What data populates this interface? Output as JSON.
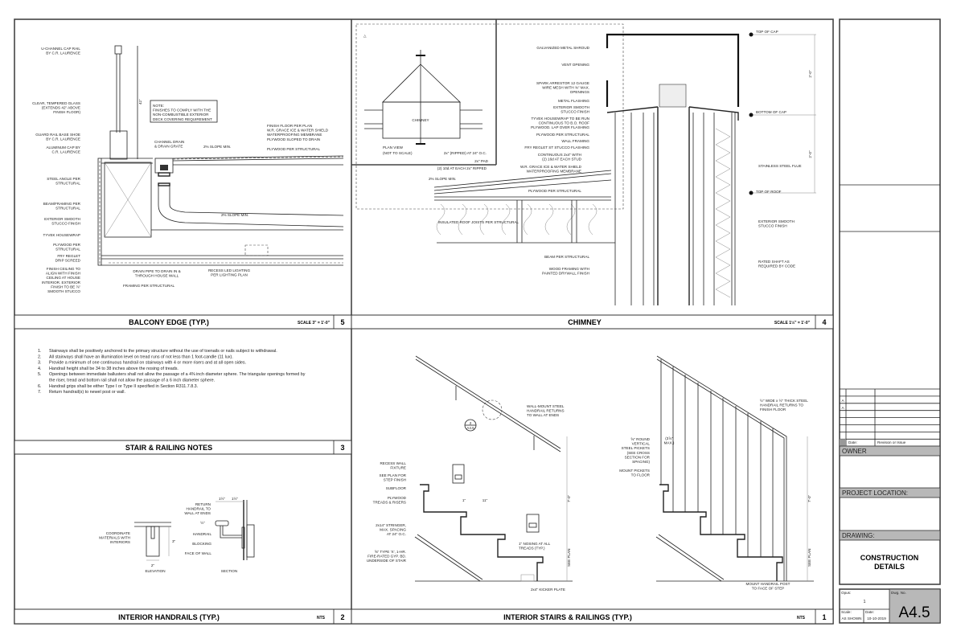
{
  "sheet": {
    "panels": {
      "balcony": {
        "title": "BALCONY EDGE (TYP.)",
        "scale": "SCALE  3\" = 1'-0\"",
        "number": "5"
      },
      "chimney": {
        "title": "CHIMNEY",
        "scale": "SCALE  1½\" = 1'-0\"",
        "number": "4"
      },
      "notes": {
        "title": "STAIR & RAILING NOTES",
        "number": "3"
      },
      "handrails": {
        "title": "INTERIOR HANDRAILS (TYP.)",
        "scale": "NTS",
        "number": "2"
      },
      "stairs": {
        "title": "INTERIOR STAIRS & RAILINGS (TYP.)",
        "scale": "NTS",
        "number": "1"
      }
    }
  },
  "notes": [
    {
      "n": "1.",
      "lines": [
        "Stairways shall be positively anchored to the primary structure without the use of toenails or nails subject to withdrawal."
      ]
    },
    {
      "n": "2.",
      "lines": [
        "All stairways shall have an illumination level on tread runs of not less than 1 foot-candle (11 lux)."
      ]
    },
    {
      "n": "3.",
      "lines": [
        "Provide a minimum of one continuous handrail on stairways with 4 or more risers and at all open sides."
      ]
    },
    {
      "n": "4.",
      "lines": [
        "Handrail height shall be 34 to 38 inches above the nosing of treads."
      ]
    },
    {
      "n": "5.",
      "lines": [
        "Openings between immediate ballusters shall not allow the passage of a 4⅜ inch diameter sphere.  The triangular openings formed by",
        "the riser, tread and bottom rail shall not allow the passage of a 6 inch diameter sphere."
      ]
    },
    {
      "n": "6.",
      "lines": [
        "Handrail grips shall be either Type I or Type II specified in Section R311.7.8.3."
      ]
    },
    {
      "n": "7.",
      "lines": [
        "Return handrail(s) to newel post or wall."
      ]
    }
  ],
  "labels": {
    "balcony": {
      "u_channel": [
        "U-CHANNEL CAP RAIL",
        "BY C.R. LAURENCE"
      ],
      "glass": [
        "CLEAR, TEMPERED GLASS",
        "(EXTENDS 42\" ABOVE",
        "FINISH FLOOR)"
      ],
      "base_shoe": [
        "GUARD RAIL BASE SHOE",
        "BY C.R. LAURENCE"
      ],
      "alum_cap": [
        "ALUMINUM CAP BY",
        "C.R. LAURENCE"
      ],
      "steel_angle": [
        "STEEL ANGLE PER",
        "STRUCTURAL"
      ],
      "beam": [
        "BEAM/FRAMING PER",
        "STRUCTURAL"
      ],
      "stucco": [
        "EXTERIOR SMOOTH",
        "STUCCO FINISH"
      ],
      "tyvek": [
        "TYVEK HOUSEWRAP"
      ],
      "plywood": [
        "PLYWOOD PER",
        "STRUCTURAL"
      ],
      "reglet": [
        "FRY REGLET",
        "DRIP SCREED"
      ],
      "ceiling": [
        "FINISH CEILING TO",
        "ALIGN WITH FINISH",
        "CEILING AT HOUSE",
        "INTERIOR. EXTERIOR",
        "FINISH TO BE ⅞\"",
        "SMOOTH STUCCO"
      ],
      "note": [
        "NOTE:",
        "FINISHES TO COMPLY WITH THE",
        "NON-COMBUSTIBLE EXTERIOR",
        "DECK COVERING REQUIREMENT"
      ],
      "floor_stack": [
        "FINISH FLOOR PER PLAN",
        "W.R. GRACE ICE & WATER SHIELD",
        "WATERPROOFING MEMBRANE",
        "PLYWOOD SLOPED TO DRAIN"
      ],
      "plywood_struct": [
        "PLYWOOD PER STRUCTURAL"
      ],
      "channel_drain": [
        "CHANNEL DRAIN",
        "& DRAIN GRATE"
      ],
      "slope1": [
        "2% SLOPE MIN."
      ],
      "slope2": [
        "2% SLOPE MIN."
      ],
      "drain_pipe": [
        "DRAIN PIPE TO DRAIN IN &",
        "THROUGH HOUSE WALL"
      ],
      "framing": [
        "FRAMING PER STRUCTURAL"
      ],
      "led": [
        "RECESS LED LIGHTING",
        "PER LIGHTING PLAN"
      ],
      "dim42": [
        "42\""
      ]
    },
    "chimney": {
      "plan_title": [
        "PLAN VIEW"
      ],
      "plan_sub": [
        "(NOT TO SCALE)"
      ],
      "plan_chimney": [
        "CHIMNEY"
      ],
      "shroud": [
        "GALVANIZED METAL SHROUD"
      ],
      "vent": [
        "VENT OPENING"
      ],
      "spark": [
        "SPARK ARRESTOR 12 GAUGE",
        "WIRE MESH WITH ⅜\" MAX.",
        "OPENINGS"
      ],
      "flashing": [
        "METAL FLASHING"
      ],
      "stucco": [
        "EXTERIOR SMOOTH",
        "STUCCO FINISH"
      ],
      "tyvek": [
        "TYVEK HOUSEWRAP TO BE RUN",
        "CONTINUOUS TO B.O. ROOF",
        "PLYWOOD. LAP OVER FLASHING"
      ],
      "plywood": [
        "PLYWOOD PER STRUCTURAL"
      ],
      "wall_framing": [
        "WALL FRAMING"
      ],
      "reglet": [
        "FRY REGLET ST STUCCO FLASHING"
      ],
      "continuous": [
        "CONTINUOUS 2x4\" WITH",
        "(2) 16d AT EACH STUD"
      ],
      "ripped": [
        "2x\" (RIPPED) AT 24\" O.C."
      ],
      "pad": [
        "2x\" PAD"
      ],
      "nails": [
        "(2) 10d AT EACH 2x\" RIPPED"
      ],
      "grace": [
        "W.R. GRACE ICE & WATER SHIELD",
        "WATERPROOFING MEMBRANE"
      ],
      "slope": [
        "2% SLOPE MIN."
      ],
      "plywood2": [
        "PLYWOOD PER STRUCTURAL"
      ],
      "joists": [
        "INSULATED ROOF JOISTS PER STRUCTURAL"
      ],
      "beam": [
        "BEAM PER STRUCTURAL"
      ],
      "drywall": [
        "WOOD FRAMING WITH",
        "PAINTED DRYWALL FINISH"
      ],
      "top_cap": [
        "TOP OF CAP"
      ],
      "bottom_cap": [
        "BOTTOM OF CAP"
      ],
      "top_roof": [
        "TOP OF ROOF"
      ],
      "flue": [
        "STAINLESS STEEL FLUE"
      ],
      "ext_stucco": [
        "EXTERIOR SMOOTH",
        "STUCCO FINISH"
      ],
      "shaft": [
        "RATED SHAFT AS",
        "REQUIRED BY CODE"
      ],
      "dim1": [
        "2'-0\""
      ],
      "dim2": [
        "2'-0\""
      ]
    },
    "handrails": {
      "coordinate": [
        "COORDINATE",
        "MATERIALS WITH",
        "INTERIORS"
      ],
      "return": [
        "RETURN",
        "HANDRAIL TO",
        "WALL AT ENDS"
      ],
      "handrail": [
        "HANDRAIL"
      ],
      "blocking": [
        "BLOCKING"
      ],
      "face": [
        "FACE OF WALL"
      ],
      "elevation": [
        "ELEVATION"
      ],
      "section": [
        "SECTION"
      ],
      "d1": [
        "1½\""
      ],
      "d2": [
        "1½\""
      ],
      "d3": [
        "½\""
      ],
      "d4": [
        "3\""
      ],
      "d5": [
        "2\""
      ]
    },
    "stairs": {
      "wall_mount": [
        "WALL-MOUNT STEEL",
        "HANDRAIL RETURNS",
        "TO WALL AT ENDS"
      ],
      "recess": [
        "RECESS WALL",
        "FIXTURE"
      ],
      "see_plan": [
        "SEE PLAN FOR",
        "STEP FINISH"
      ],
      "subfloor": [
        "SUBFLOOR"
      ],
      "plywood": [
        "PLYWOOD",
        "TREADS & RISERS"
      ],
      "stringer": [
        "2x14\" STRINGER,",
        "MAX. SPACING",
        "AT 24\" O.C."
      ],
      "gyp": [
        "⅝\" TYPE 'X', 1-HR.",
        "FIRE-RATED GYP. BD.",
        "UNDERSIDE OF STAIR"
      ],
      "nosing": [
        "1\" NOSING AT ALL",
        "TREADS (TYP.)"
      ],
      "kicker": [
        "2x4\" KICKER PLATE"
      ],
      "d_1": [
        "1\""
      ],
      "d_11": [
        "11\""
      ],
      "d_7a": [
        "7'-0\""
      ],
      "seeplan_a": [
        "SEE PLAN"
      ],
      "callout_top": [
        "2"
      ],
      "callout_bot": [
        "A4.5"
      ],
      "steel_rail": [
        "½\" WIDE x ½\" THICK STEEL",
        "HANDRAIL RETURNS TO",
        "FINISH FLOOR"
      ],
      "pickets": [
        "⅝\" ROUND",
        "VERTICAL",
        "STEEL PICKETS",
        "(SEE CROSS",
        "SECTION FOR",
        "SPACING)"
      ],
      "max": [
        "(3⅞\"",
        "MAX.)"
      ],
      "mount_pickets": [
        "MOUNT PICKETS",
        "TO FLOOR"
      ],
      "mount_post": [
        "MOUNT HANDRAIL POST",
        "TO FACE OF STEP"
      ],
      "d_7b": [
        "7'-0\""
      ],
      "seeplan_b": [
        "SEE PLAN"
      ]
    }
  },
  "title_block": {
    "revision_date_label": "Date:",
    "revision_issue_label": "Revision or Issue",
    "revision_marks": [
      "A",
      "A"
    ],
    "owner_header": "OWNER",
    "location_header": "PROJECT LOCATION:",
    "drawing_header": "DRAWING:",
    "drawing_title_1": "CONSTRUCTION",
    "drawing_title_2": "DETAILS",
    "opus_label": "Opus:",
    "opus_value": "1",
    "scale_label": "Scale:",
    "scale_value": "AS SHOWN",
    "date_label": "Date:",
    "date_value": "10-10-2019",
    "dwg_label": "Dwg. No.",
    "dwg_value": "A4.5"
  }
}
